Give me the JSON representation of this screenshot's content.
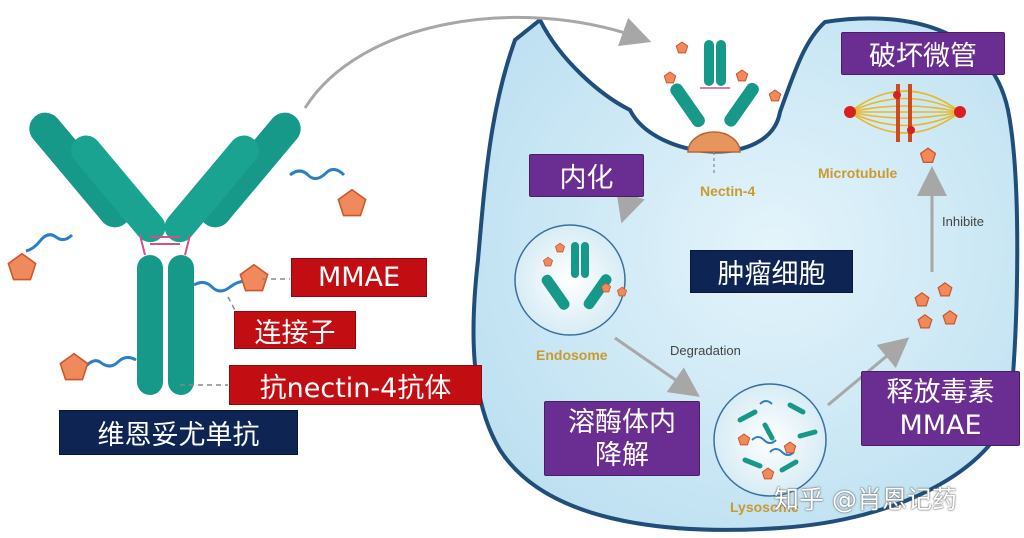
{
  "labels": {
    "mmae": "MMAE",
    "linker": "连接子",
    "anti_nectin4": "抗nectin-4抗体",
    "drug_name": "维恩妥尤单抗",
    "internalization": "内化",
    "tumor_cell": "肿瘤细胞",
    "lysosomal_degradation": [
      "溶酶体内",
      "降解"
    ],
    "release_mmae": [
      "释放毒素",
      "MMAE"
    ],
    "disrupt_microtubules": "破坏微管"
  },
  "diagram_text": {
    "nectin4": "Nectin-4",
    "endosome": "Endosome",
    "degradation": "Degradation",
    "lysosome": "Lysosome",
    "microtubule": "Microtubule",
    "inhibite": "Inhibite"
  },
  "watermark": "知乎 @肖恩记药",
  "colors": {
    "antibody": "#17998a",
    "payload": "#f08a5d",
    "red_tag": "#c20d12",
    "purple_tag": "#6a2e92",
    "navy_tag": "#0e2452",
    "cell_fill": "#c7e6f4"
  }
}
